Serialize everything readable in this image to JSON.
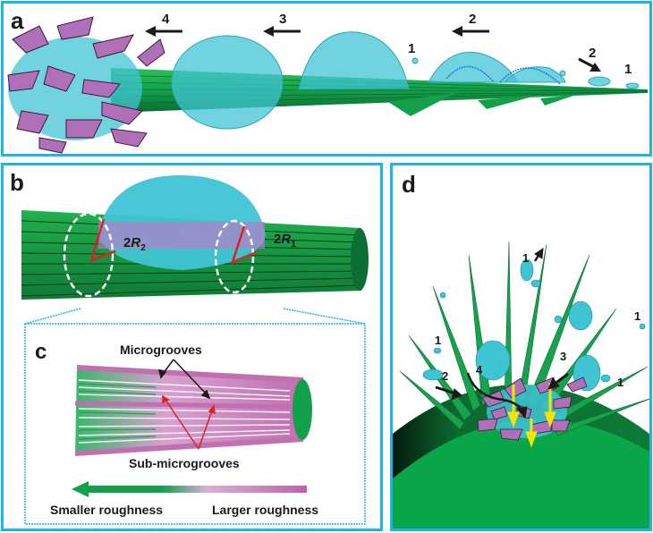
{
  "figure": {
    "panels": {
      "a": {
        "label": "a",
        "step_labels": [
          "4",
          "3",
          "2",
          "1",
          "2",
          "1"
        ]
      },
      "b": {
        "label": "b",
        "radius_labels": {
          "r2_prefix": "2",
          "r2_symbol": "R",
          "r2_sub": "2",
          "r1_prefix": "2",
          "r1_symbol": "R",
          "r1_sub": "1"
        }
      },
      "c": {
        "label": "c",
        "microgrooves_label": "Microgrooves",
        "sub_microgrooves_label": "Sub-microgrooves",
        "gradient": {
          "left_label": "Smaller roughness",
          "right_label": "Larger roughness",
          "left_color": "#13a04a",
          "right_color": "#c060a8"
        }
      },
      "d": {
        "label": "d",
        "step_labels": [
          "1",
          "1",
          "1",
          "1",
          "2",
          "3",
          "4"
        ]
      }
    },
    "colors": {
      "border": "#1eb4ea",
      "fiber_green": "#13a04a",
      "droplet_cyan": "#40c4d4",
      "ribbon_purple": "#b070b8",
      "arrow_yellow": "#f5e600",
      "contact_red": "#e02020"
    }
  }
}
